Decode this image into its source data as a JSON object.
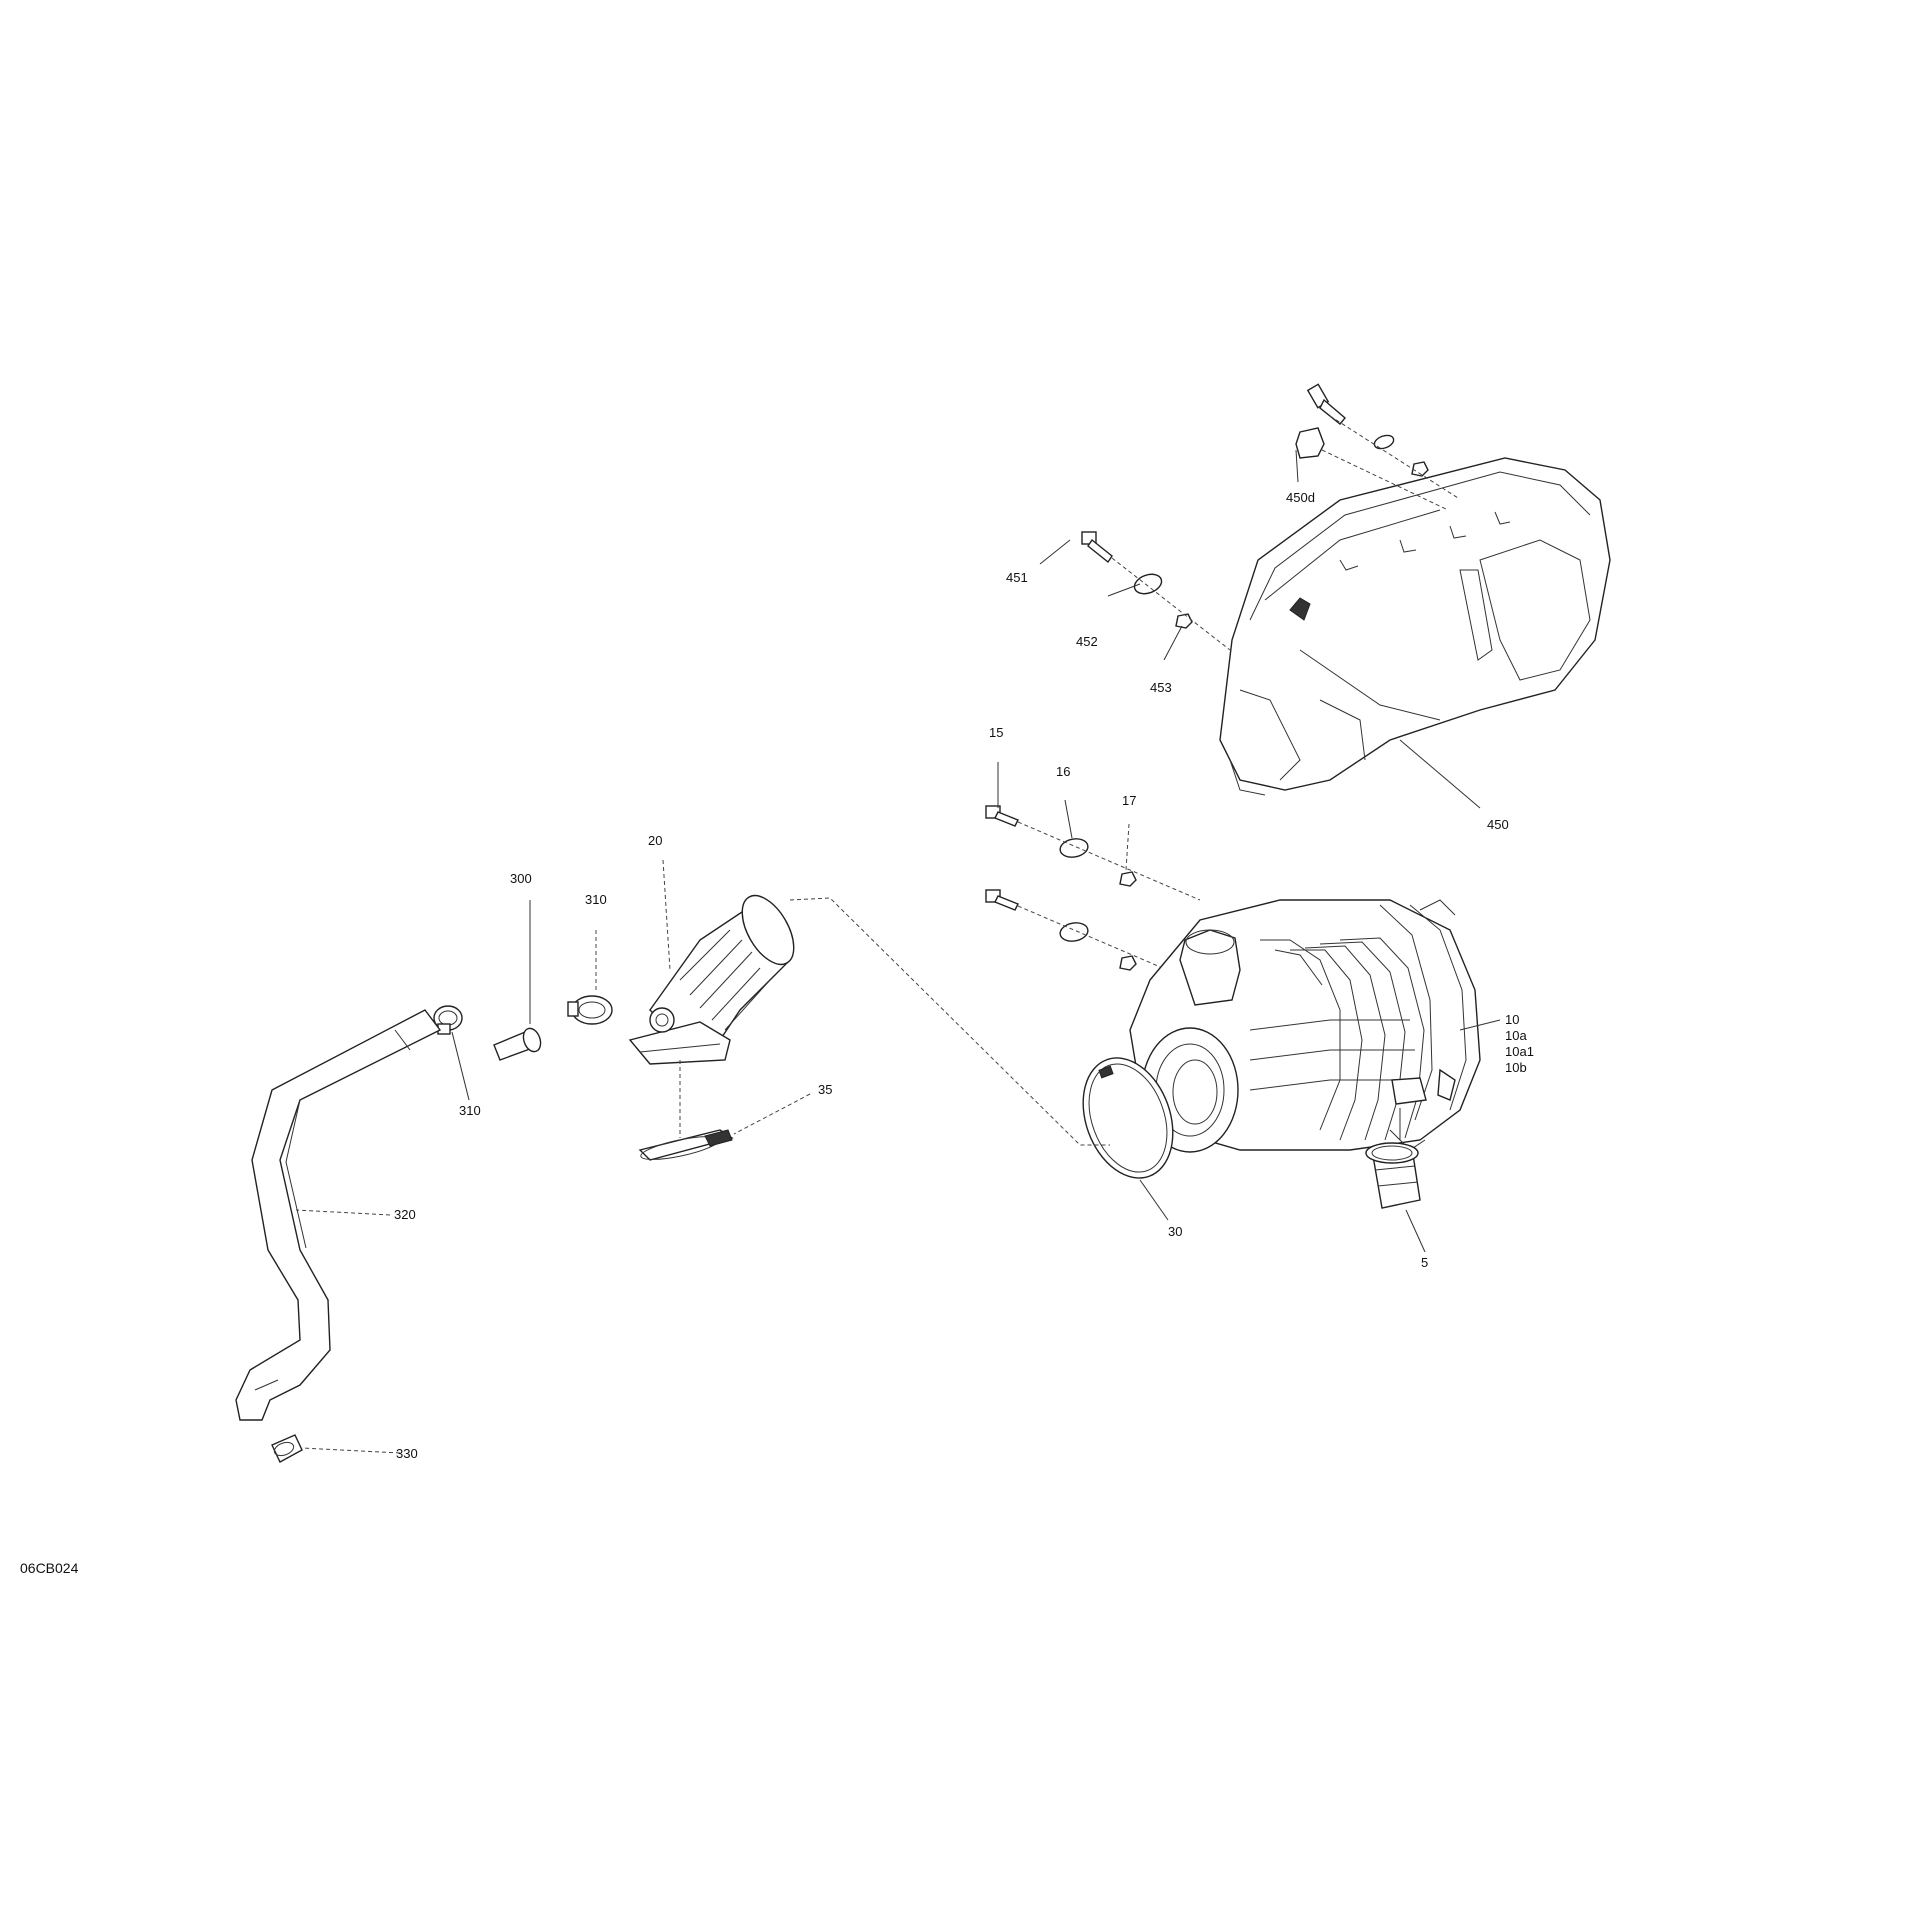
{
  "diagram": {
    "reference_code": "06CB024",
    "callouts": [
      {
        "id": "c-450d",
        "text": "450d"
      },
      {
        "id": "c-451",
        "text": "451"
      },
      {
        "id": "c-452",
        "text": "452"
      },
      {
        "id": "c-453",
        "text": "453"
      },
      {
        "id": "c-450",
        "text": "450"
      },
      {
        "id": "c-15",
        "text": "15"
      },
      {
        "id": "c-16",
        "text": "16"
      },
      {
        "id": "c-17",
        "text": "17"
      },
      {
        "id": "c-10",
        "text": "10"
      },
      {
        "id": "c-10a",
        "text": "10a"
      },
      {
        "id": "c-10a1",
        "text": "10a1"
      },
      {
        "id": "c-10b",
        "text": "10b"
      },
      {
        "id": "c-20",
        "text": "20"
      },
      {
        "id": "c-300",
        "text": "300"
      },
      {
        "id": "c-310-top",
        "text": "310"
      },
      {
        "id": "c-310-bottom",
        "text": "310"
      },
      {
        "id": "c-35",
        "text": "35"
      },
      {
        "id": "c-30",
        "text": "30"
      },
      {
        "id": "c-5",
        "text": "5"
      },
      {
        "id": "c-320",
        "text": "320"
      },
      {
        "id": "c-330",
        "text": "330"
      }
    ]
  }
}
